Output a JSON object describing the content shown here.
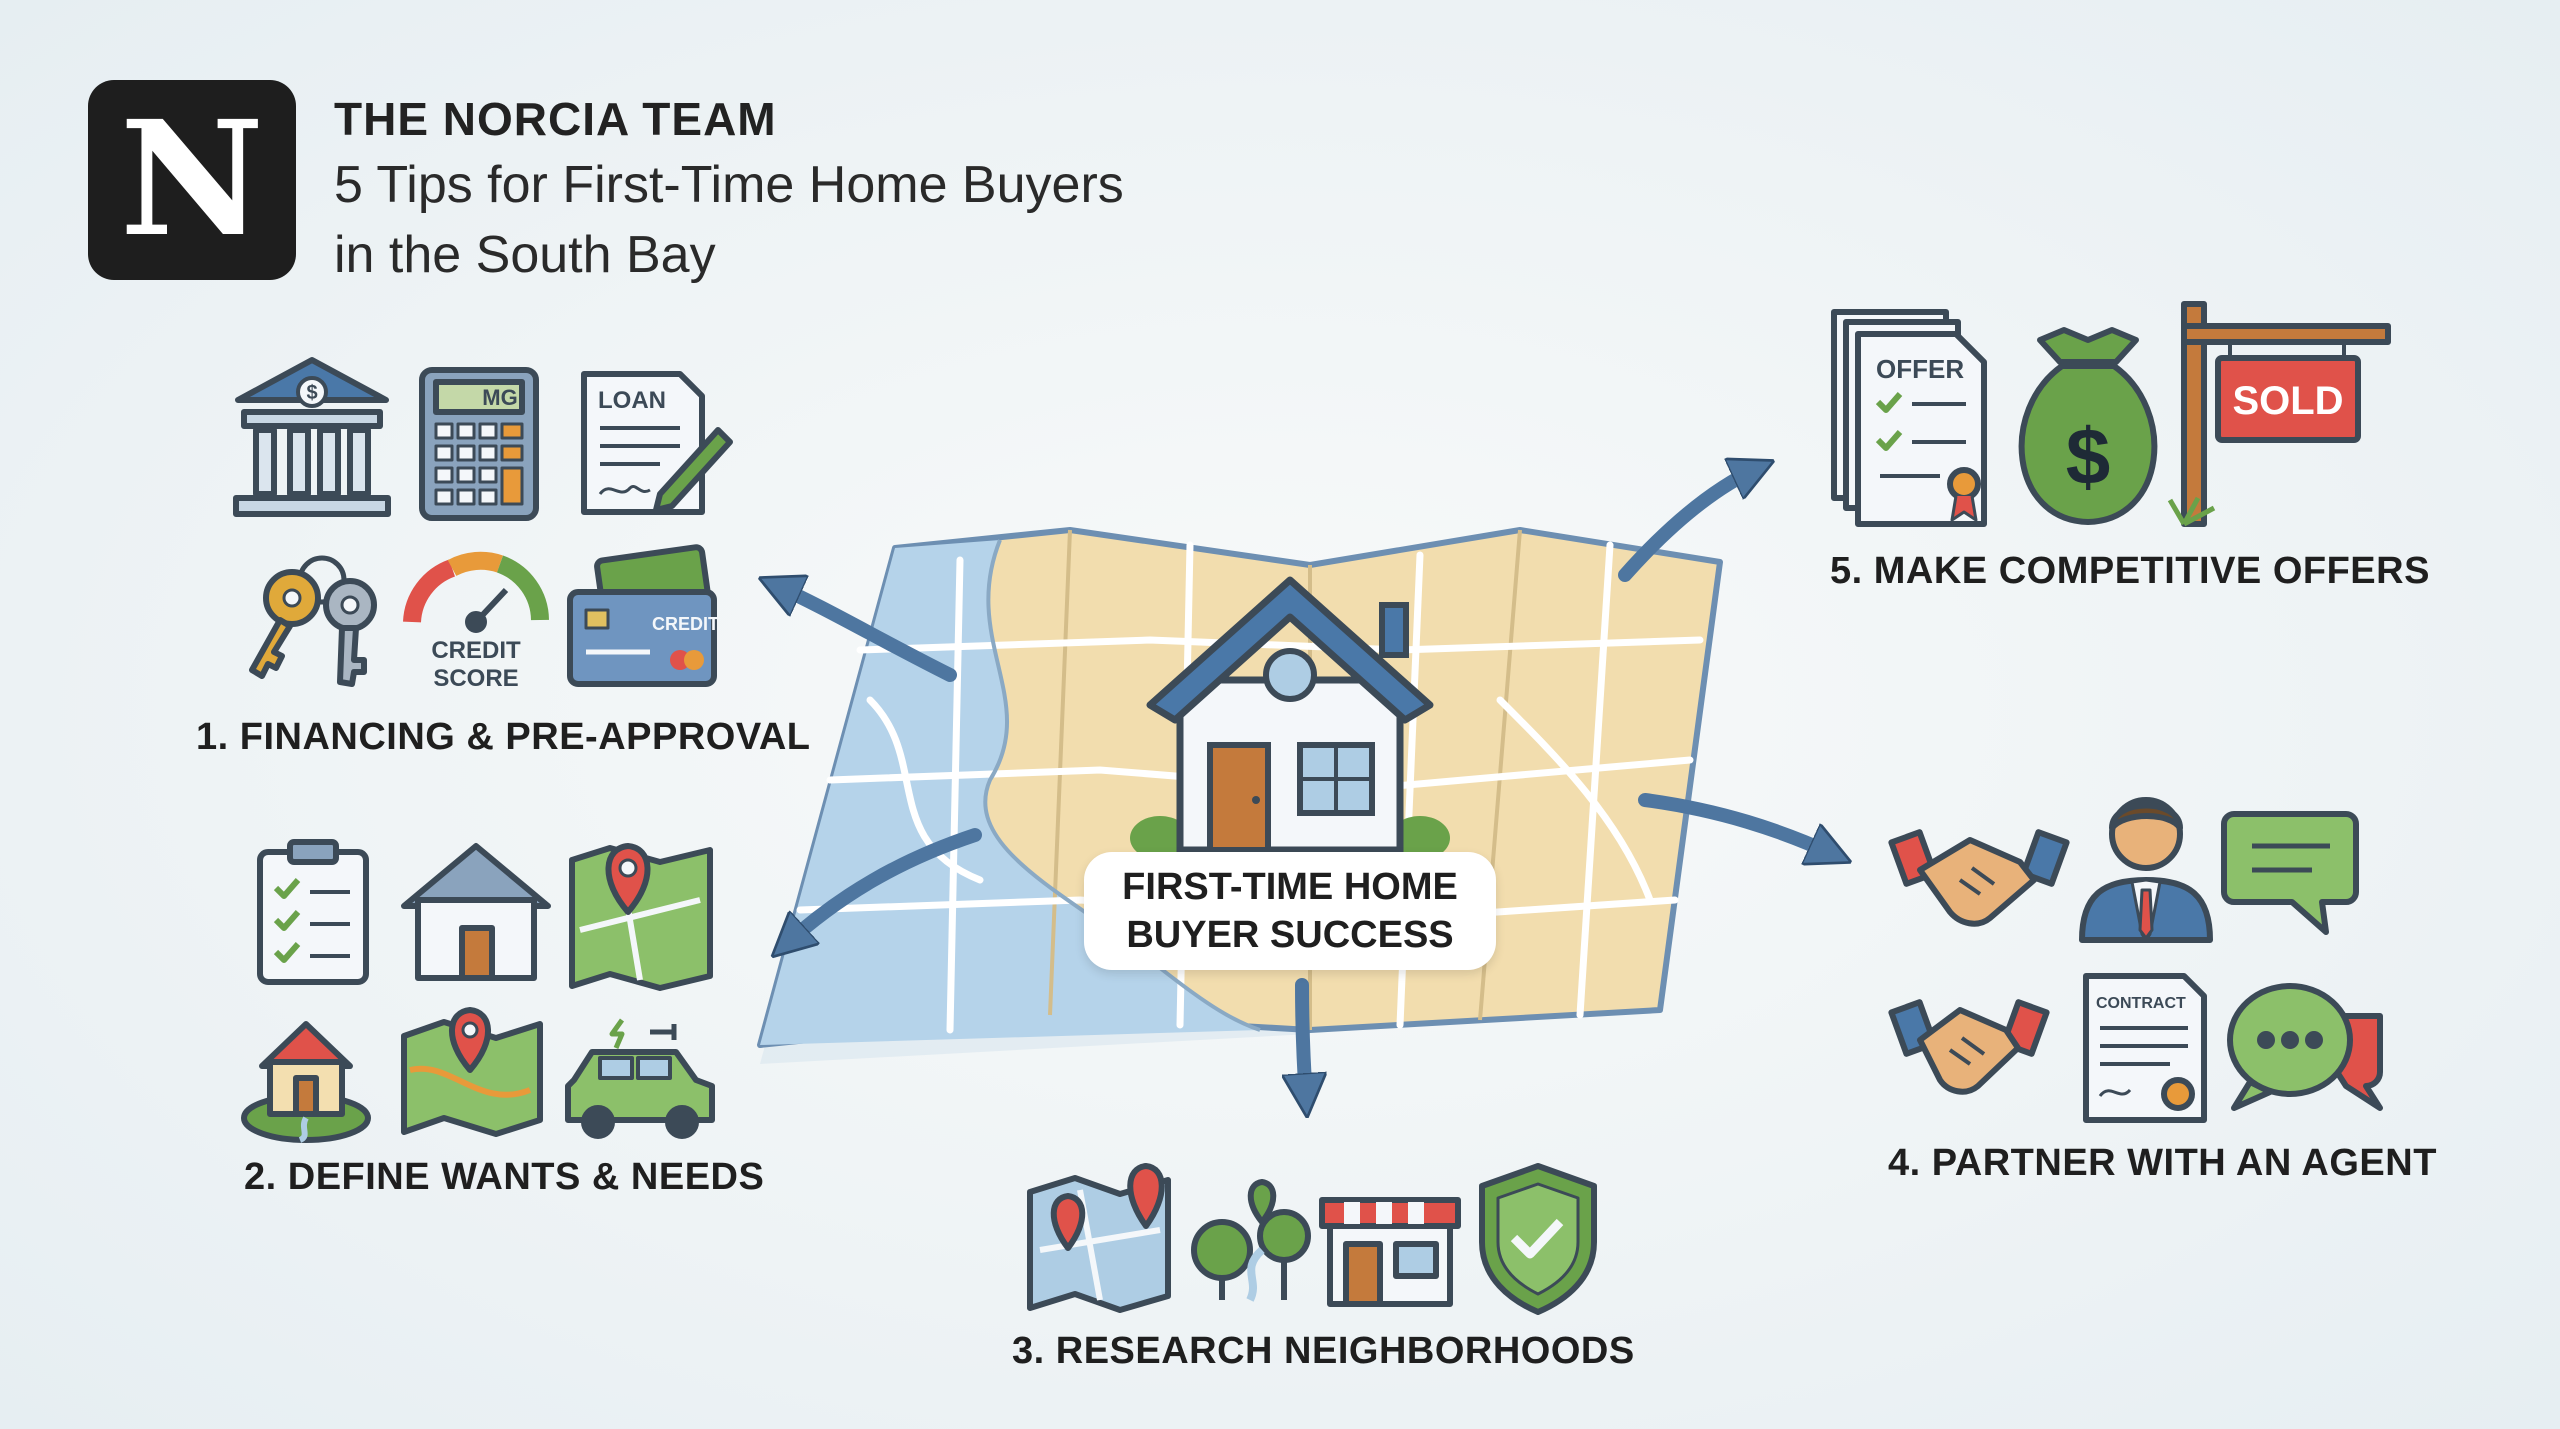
{
  "header": {
    "logo_letter": "N",
    "brand": "THE NORCIA TEAM",
    "title_line1": "5 Tips for First-Time Home Buyers",
    "title_line2": "in the South Bay"
  },
  "center": {
    "line1": "FIRST-TIME HOME",
    "line2": "BUYER SUCCESS"
  },
  "tips": {
    "tip1": "1. FINANCING & PRE-APPROVAL",
    "tip2": "2. DEFINE WANTS & NEEDS",
    "tip3": "3. RESEARCH NEIGHBORHOODS",
    "tip4": "4. PARTNER WITH AN AGENT",
    "tip5": "5. MAKE COMPETITIVE OFFERS"
  },
  "icon_text": {
    "calculator": "MG",
    "loan": "LOAN",
    "credit_score_1": "CREDIT",
    "credit_score_2": "SCORE",
    "credit_card": "CREDIT",
    "offer": "OFFER",
    "money_bag": "$",
    "sold": "SOLD",
    "contract": "CONTRACT",
    "bank": "$"
  },
  "colors": {
    "outline": "#3c4a57",
    "blue": "#4a78a8",
    "light_blue": "#aecde4",
    "green": "#6aa24a",
    "red": "#e0524a",
    "orange": "#e89a3a",
    "sand": "#f3dfb0",
    "arrow": "#4e76a0"
  }
}
